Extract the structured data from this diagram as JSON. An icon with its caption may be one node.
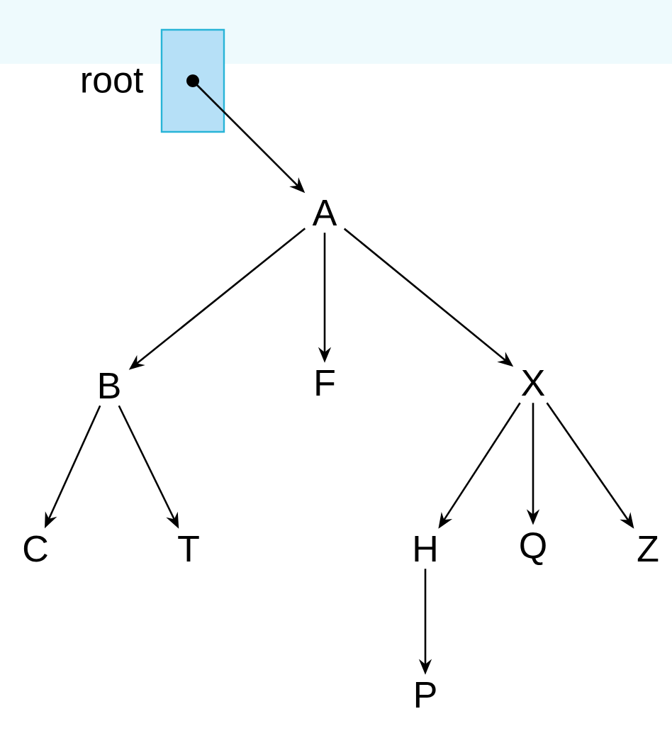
{
  "diagram": {
    "nodes": [
      {
        "text": [
          "root"
        ]
      },
      {
        "text": [
          "A"
        ]
      },
      {
        "text": [
          "B"
        ]
      },
      {
        "text": [
          "F"
        ]
      },
      {
        "text": [
          "X"
        ]
      },
      {
        "text": [
          "C"
        ]
      },
      {
        "text": [
          "T"
        ]
      },
      {
        "text": [
          "H"
        ]
      },
      {
        "text": [
          "Q"
        ]
      },
      {
        "text": [
          "Z"
        ]
      },
      {
        "text": [
          "P"
        ]
      }
    ],
    "edges": [
      {
        "from": 0,
        "to": 1,
        "arrow": "to"
      },
      {
        "from": 1,
        "to": 2,
        "arrow": "to"
      },
      {
        "from": 1,
        "to": 3,
        "arrow": "to"
      },
      {
        "from": 1,
        "to": 4,
        "arrow": "to"
      },
      {
        "from": 2,
        "to": 5,
        "arrow": "to"
      },
      {
        "from": 2,
        "to": 6,
        "arrow": "to"
      },
      {
        "from": 4,
        "to": 7,
        "arrow": "to"
      },
      {
        "from": 4,
        "to": 8,
        "arrow": "to"
      },
      {
        "from": 4,
        "to": 9,
        "arrow": "to"
      },
      {
        "from": 7,
        "to": 10,
        "arrow": "to"
      }
    ]
  }
}
